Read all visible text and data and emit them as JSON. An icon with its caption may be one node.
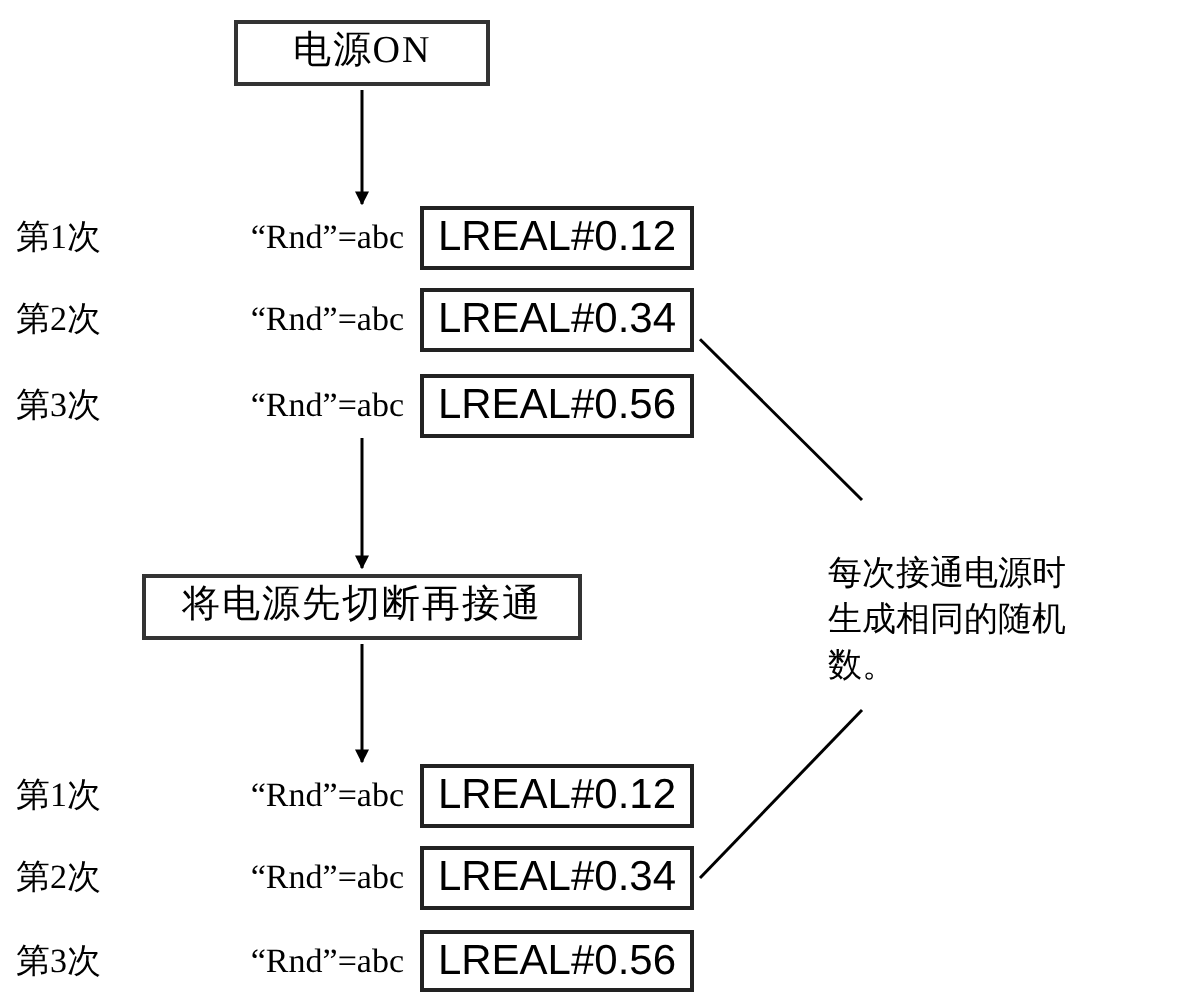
{
  "diagram": {
    "nodes": [
      {
        "text": [
          "电源ON"
        ]
      },
      {
        "text": [
          "“Rnd”=abc"
        ]
      },
      {
        "text": [
          "LREAL#0.12"
        ]
      },
      {
        "text": [
          "“Rnd”=abc"
        ]
      },
      {
        "text": [
          "LREAL#0.34"
        ]
      },
      {
        "text": [
          "“Rnd”=abc"
        ]
      },
      {
        "text": [
          "LREAL#0.56"
        ]
      },
      {
        "text": [
          "将电源先切断再接通"
        ]
      },
      {
        "text": [
          "“Rnd”=abc"
        ]
      },
      {
        "text": [
          "LREAL#0.12"
        ]
      },
      {
        "text": [
          "“Rnd”=abc"
        ]
      },
      {
        "text": [
          "LREAL#0.34"
        ]
      },
      {
        "text": [
          "“Rnd”=abc"
        ]
      },
      {
        "text": [
          "LREAL#0.56"
        ]
      },
      {
        "text": [
          "每次接通电源时生成相同的随机数。"
        ]
      }
    ],
    "edges": [
      {
        "from": 0,
        "to": 1,
        "arrow": "to"
      },
      {
        "from": 5,
        "to": 7,
        "arrow": "to"
      },
      {
        "from": 7,
        "to": 8,
        "arrow": "to"
      },
      {
        "from": 14,
        "to": 4,
        "arrow": "none"
      },
      {
        "from": 14,
        "to": 11,
        "arrow": "none"
      }
    ],
    "labels": [
      "第1次",
      "第2次",
      "第3次",
      "第1次",
      "第2次",
      "第3次"
    ]
  }
}
